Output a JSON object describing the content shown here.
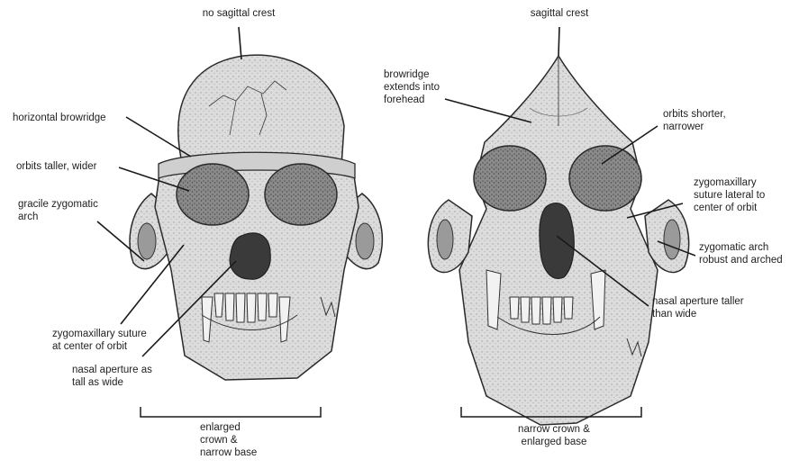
{
  "left_skull": {
    "labels": {
      "crest": "no sagittal crest",
      "browridge": "horizontal browridge",
      "orbits": "orbits taller, wider",
      "zygomatic": "gracile zygomatic\narch",
      "suture": "zygomaxillary suture\nat center of orbit",
      "nasal": "nasal aperture as\ntall as wide",
      "proportion": "enlarged\ncrown &\nnarrow base"
    }
  },
  "right_skull": {
    "labels": {
      "crest": "sagittal crest",
      "browridge": "browridge\nextends into\nforehead",
      "orbits": "orbits shorter,\nnarrower",
      "suture": "zygomaxillary\nsuture lateral to\ncenter of orbit",
      "zygomatic": "zygomatic arch\nrobust and arched",
      "nasal": "nasal aperture taller\nthan wide",
      "proportion": "narrow crown &\nenlarged base"
    }
  },
  "colors": {
    "ink": "#2a2a2a",
    "bone": "#d9d9d9",
    "shadow": "#7a7a7a",
    "dark": "#4a4a4a"
  }
}
